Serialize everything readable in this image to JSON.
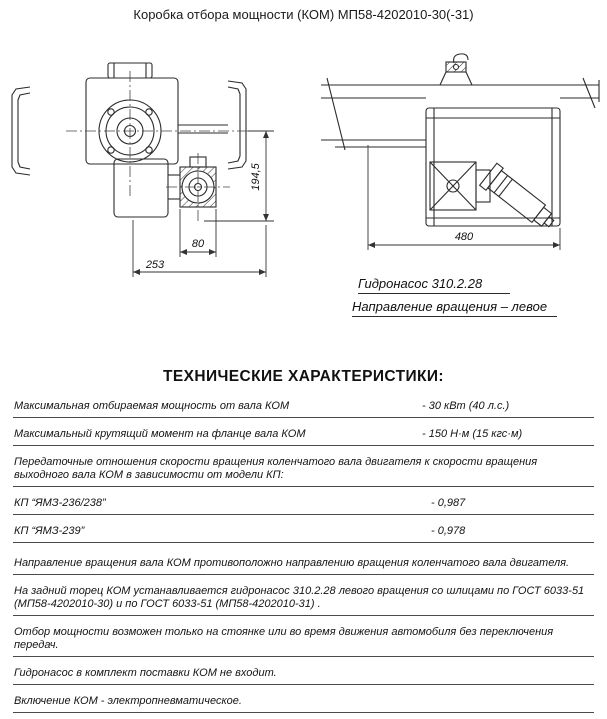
{
  "page": {
    "title": "Коробка отбора мощности (КОМ) МП58-4202010-30(-31)"
  },
  "drawing": {
    "left": {
      "dim_vertical": "194,5",
      "dim_pump_width": "80",
      "dim_overall": "253"
    },
    "right": {
      "dim_length": "480",
      "caption_pump": "Гидронасос 310.2.28",
      "caption_rotation": "Направление вращения – левое"
    }
  },
  "specs": {
    "heading": "ТЕХНИЧЕСКИЕ ХАРАКТЕРИСТИКИ:",
    "rows": [
      {
        "label": "Максимальная отбираемая мощность от вала КОМ",
        "value": "- 30 кВт (40 л.с.)"
      },
      {
        "label": "Максимальный крутящий момент на фланце вала КОМ",
        "value": "- 150 Н·м (15 кгс·м)"
      },
      {
        "label": "Передаточные отношения скорости вращения коленчатого вала двигателя к скорости вращения выходного вала КОМ в зависимости от модели КП:",
        "value": ""
      },
      {
        "label": "КП “ЯМЗ-236/238”",
        "value": "- 0,987"
      },
      {
        "label": "КП “ЯМЗ-239”",
        "value": "- 0,978"
      },
      {
        "label": "Направление вращения вала КОМ противоположно направлению вращения коленчатого вала двигателя.",
        "value": ""
      },
      {
        "label": "На задний торец КОМ устанавливается гидронасос 310.2.28 левого вращения со шлицами по ГОСТ 6033-51 (МП58-4202010-30) и по ГОСТ 6033-51 (МП58-4202010-31) .",
        "value": ""
      },
      {
        "label": "Отбор мощности возможен только на стоянке или  во время движения автомобиля без переключения передач.",
        "value": ""
      },
      {
        "label": "Гидронасос в комплект поставки КОМ не входит.",
        "value": ""
      },
      {
        "label": "Включение КОМ - электропневматическое.",
        "value": ""
      }
    ]
  },
  "colors": {
    "ink": "#111111",
    "line": "#2b2b2b",
    "rule": "#4a4a4a"
  }
}
